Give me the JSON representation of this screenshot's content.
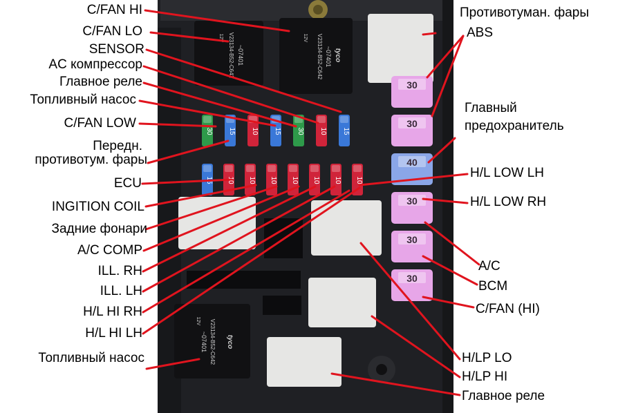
{
  "colors": {
    "leader": "#e0141e",
    "box_dark": "#1f2024",
    "relay_white": "#e6e6e4",
    "fuse_red": "#d0243a",
    "fuse_blue": "#3a78d8",
    "fuse_green": "#2e9a4a",
    "maxi_pink": "#e7a6e8",
    "maxi_blue": "#8aa6e8"
  },
  "relay_text": {
    "brand": "tyco",
    "part": "V23134-B52-C642",
    "voltage": "12V",
    "code": "~07401"
  },
  "fuse_ratings": {
    "top_row": [
      "30",
      "15",
      "10",
      "15",
      "30",
      "10",
      "15"
    ],
    "bottom_row": [
      "15",
      "10",
      "10",
      "10",
      "10",
      "10",
      "10",
      "10"
    ],
    "maxi": [
      "30",
      "30",
      "40",
      "30",
      "30",
      "30"
    ]
  },
  "labels_left": [
    "C/FAN HI",
    "C/FAN LO",
    "SENSOR",
    "AC компрессор",
    "Главное реле",
    "Топливный насос",
    "C/FAN LOW",
    "Передн.",
    "противотум. фары",
    "ECU",
    "INGITION COIL",
    "Задние фонари",
    "A/C COMP",
    "ILL. RH",
    "ILL. LH",
    "H/L HI RH",
    "H/L HI LH",
    "Топливный насос"
  ],
  "labels_right": [
    "Противотуман. фары",
    "ABS",
    "Главный",
    "предохранитель",
    "H/L LOW LH",
    "H/L LOW RH",
    "A/C",
    "BCM",
    "C/FAN (HI)",
    "H/LP LO",
    "H/LP HI",
    "Главное реле"
  ]
}
